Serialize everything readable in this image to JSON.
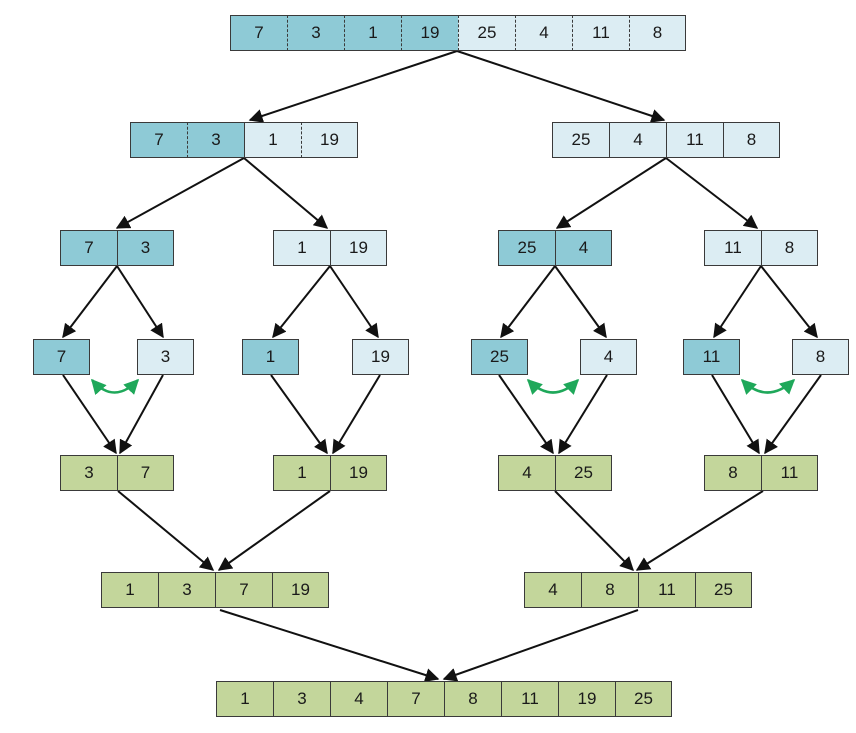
{
  "colors": {
    "dark_blue": "#8ecad6",
    "light_blue": "#dcedf3",
    "green": "#c3d69b",
    "arrow": "#111111",
    "swap_arrow": "#1fa85a"
  },
  "arrays": {
    "root": {
      "cells": [
        {
          "value": "7",
          "tone": "dark_blue"
        },
        {
          "value": "3",
          "tone": "dark_blue"
        },
        {
          "value": "1",
          "tone": "dark_blue"
        },
        {
          "value": "19",
          "tone": "dark_blue"
        },
        {
          "value": "25",
          "tone": "light_blue"
        },
        {
          "value": "4",
          "tone": "light_blue"
        },
        {
          "value": "11",
          "tone": "light_blue"
        },
        {
          "value": "8",
          "tone": "light_blue"
        }
      ]
    },
    "left_half": {
      "cells": [
        {
          "value": "7",
          "tone": "dark_blue"
        },
        {
          "value": "3",
          "tone": "dark_blue"
        },
        {
          "value": "1",
          "tone": "light_blue"
        },
        {
          "value": "19",
          "tone": "light_blue"
        }
      ]
    },
    "right_half": {
      "cells": [
        {
          "value": "25",
          "tone": "light_blue"
        },
        {
          "value": "4",
          "tone": "light_blue"
        },
        {
          "value": "11",
          "tone": "light_blue"
        },
        {
          "value": "8",
          "tone": "light_blue"
        }
      ]
    },
    "pair_7_3": {
      "cells": [
        {
          "value": "7",
          "tone": "dark_blue"
        },
        {
          "value": "3",
          "tone": "dark_blue"
        }
      ]
    },
    "pair_1_19": {
      "cells": [
        {
          "value": "1",
          "tone": "light_blue"
        },
        {
          "value": "19",
          "tone": "light_blue"
        }
      ]
    },
    "pair_25_4": {
      "cells": [
        {
          "value": "25",
          "tone": "dark_blue"
        },
        {
          "value": "4",
          "tone": "dark_blue"
        }
      ]
    },
    "pair_11_8": {
      "cells": [
        {
          "value": "11",
          "tone": "light_blue"
        },
        {
          "value": "8",
          "tone": "light_blue"
        }
      ]
    },
    "single_7": {
      "cells": [
        {
          "value": "7",
          "tone": "dark_blue"
        }
      ]
    },
    "single_3": {
      "cells": [
        {
          "value": "3",
          "tone": "light_blue"
        }
      ]
    },
    "single_1": {
      "cells": [
        {
          "value": "1",
          "tone": "dark_blue"
        }
      ]
    },
    "single_19": {
      "cells": [
        {
          "value": "19",
          "tone": "light_blue"
        }
      ]
    },
    "single_25": {
      "cells": [
        {
          "value": "25",
          "tone": "dark_blue"
        }
      ]
    },
    "single_4": {
      "cells": [
        {
          "value": "4",
          "tone": "light_blue"
        }
      ]
    },
    "single_11": {
      "cells": [
        {
          "value": "11",
          "tone": "dark_blue"
        }
      ]
    },
    "single_8": {
      "cells": [
        {
          "value": "8",
          "tone": "light_blue"
        }
      ]
    },
    "merged_3_7": {
      "cells": [
        {
          "value": "3",
          "tone": "green"
        },
        {
          "value": "7",
          "tone": "green"
        }
      ]
    },
    "merged_1_19": {
      "cells": [
        {
          "value": "1",
          "tone": "green"
        },
        {
          "value": "19",
          "tone": "green"
        }
      ]
    },
    "merged_4_25": {
      "cells": [
        {
          "value": "4",
          "tone": "green"
        },
        {
          "value": "25",
          "tone": "green"
        }
      ]
    },
    "merged_8_11": {
      "cells": [
        {
          "value": "8",
          "tone": "green"
        },
        {
          "value": "11",
          "tone": "green"
        }
      ]
    },
    "merged_left": {
      "cells": [
        {
          "value": "1",
          "tone": "green"
        },
        {
          "value": "3",
          "tone": "green"
        },
        {
          "value": "7",
          "tone": "green"
        },
        {
          "value": "19",
          "tone": "green"
        }
      ]
    },
    "merged_right": {
      "cells": [
        {
          "value": "4",
          "tone": "green"
        },
        {
          "value": "8",
          "tone": "green"
        },
        {
          "value": "11",
          "tone": "green"
        },
        {
          "value": "25",
          "tone": "green"
        }
      ]
    },
    "sorted": {
      "cells": [
        {
          "value": "1",
          "tone": "green"
        },
        {
          "value": "3",
          "tone": "green"
        },
        {
          "value": "4",
          "tone": "green"
        },
        {
          "value": "7",
          "tone": "green"
        },
        {
          "value": "8",
          "tone": "green"
        },
        {
          "value": "11",
          "tone": "green"
        },
        {
          "value": "19",
          "tone": "green"
        },
        {
          "value": "25",
          "tone": "green"
        }
      ]
    }
  }
}
